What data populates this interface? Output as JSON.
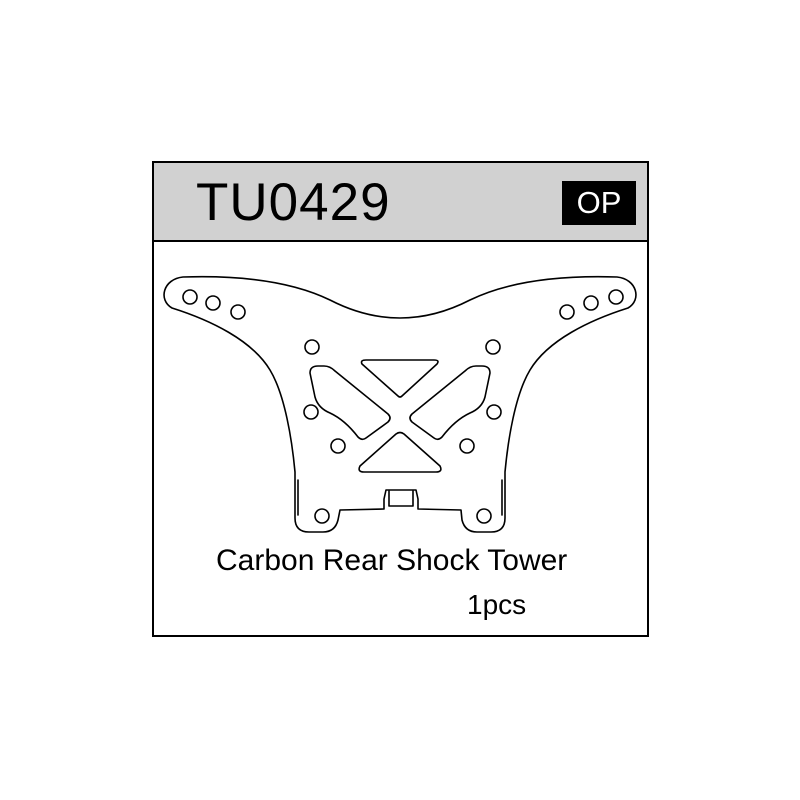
{
  "part": {
    "code": "TU0429",
    "badge": "OP",
    "name": "Carbon Rear Shock Tower",
    "quantity": "1pcs"
  },
  "colors": {
    "header_background": "#d1d1d1",
    "line": "#000000",
    "badge_background": "#000000",
    "badge_text": "#ffffff"
  },
  "drawing": {
    "subject": "shock-tower-outline"
  }
}
